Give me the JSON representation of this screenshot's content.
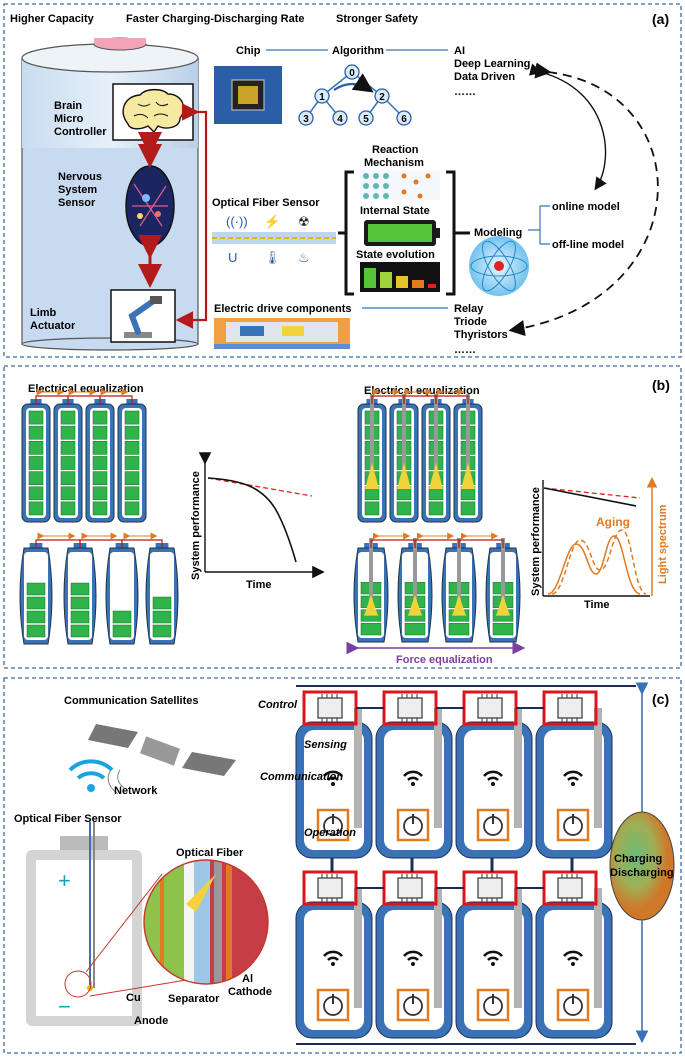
{
  "panel_a": {
    "tag": "(a)",
    "headers": {
      "capacity": "Higher Capacity",
      "charging": "Faster Charging-Discharging Rate",
      "safety": "Stronger Safety"
    },
    "brain": {
      "l1": "Brain",
      "l2": "Micro",
      "l3": "Controller"
    },
    "nervous": {
      "l1": "Nervous",
      "l2": "System",
      "l3": "Sensor"
    },
    "limb": {
      "l1": "Limb",
      "l2": "Actuator"
    },
    "chip": "Chip",
    "algorithm": "Algorithm",
    "ai": {
      "l1": "AI",
      "l2": "Deep Learning",
      "l3": "Data Driven",
      "l4": "……"
    },
    "tree_nodes": [
      "0",
      "1",
      "2",
      "3",
      "4",
      "5",
      "6"
    ],
    "reaction": {
      "l1": "Reaction",
      "l2": "Mechanism"
    },
    "internal_state": "Internal State",
    "state_evolution": "State evolution",
    "optical_fiber_sensor": "Optical Fiber Sensor",
    "modeling": "Modeling",
    "online": "online model",
    "offline": "off-line model",
    "electric_drive": "Electric drive components",
    "relay": {
      "l1": "Relay",
      "l2": "Triode",
      "l3": "Thyristors",
      "l4": "……"
    }
  },
  "panel_b": {
    "tag": "(b)",
    "elec_eq_left": "Electrical equalization",
    "elec_eq_right": "Electrical equalization",
    "ylabel": "System performance",
    "xlabel": "Time",
    "ylabel2": "System performance",
    "xlabel2": "Time",
    "aging": "Aging",
    "light_spectrum": "Light spectrum",
    "force_eq": "Force equalization"
  },
  "panel_c": {
    "tag": "(c)",
    "satellites": "Communication Satellites",
    "network": "Network",
    "ofs": "Optical Fiber Sensor",
    "plus": "+",
    "minus": "−",
    "optical_fiber": "Optical Fiber",
    "al": "Al",
    "cathode": "Cathode",
    "separator": "Separator",
    "cu": "Cu",
    "anode": "Anode",
    "control": "Control",
    "sensing": "Sensing",
    "communication": "Communication",
    "operation": "Operation",
    "charging": "Charging",
    "discharging": "Discharging"
  },
  "colors": {
    "frame": "#3b6aa8",
    "cell_blue": "#3a72b8",
    "cell_green": "#2fb34a",
    "arrow_red": "#b31b1b",
    "orange": "#e07b1f",
    "purple": "#7b3fa0",
    "chip_red": "#e0151b"
  }
}
